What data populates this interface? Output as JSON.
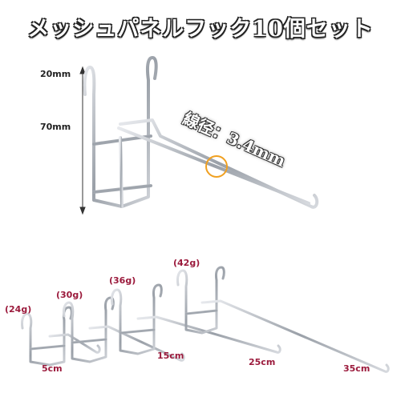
{
  "title": "メッシュパネルフック10個セット",
  "dimensions": {
    "top": "20mm",
    "height": "70mm"
  },
  "wire_diameter": "線径：3.4mm",
  "variants": [
    {
      "weight": "(24g)",
      "length": "5cm"
    },
    {
      "weight": "(30g)",
      "length": "15cm"
    },
    {
      "weight": "(36g)",
      "length": "25cm"
    },
    {
      "weight": "(42g)",
      "length": "35cm"
    }
  ],
  "colors": {
    "metal": "#b8bcc2",
    "highlight": "#f0a020",
    "label": "#9b1a3c"
  }
}
